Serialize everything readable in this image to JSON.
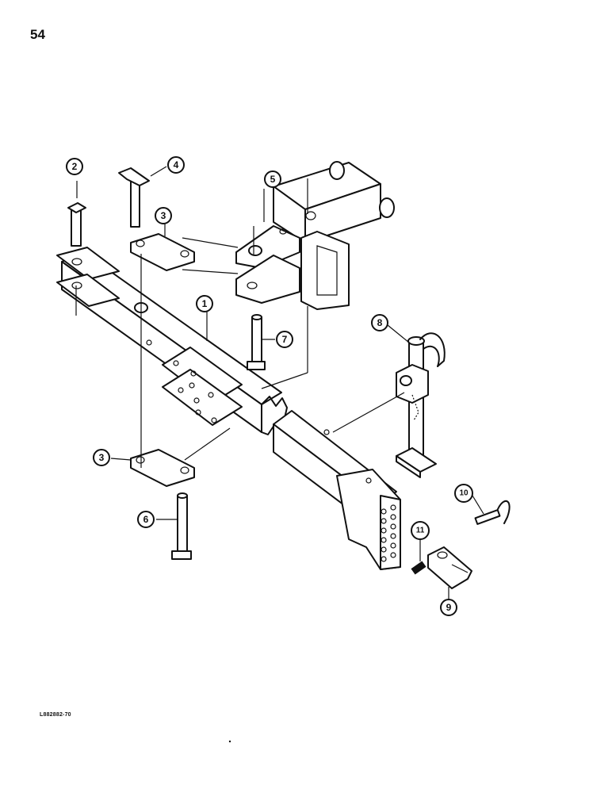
{
  "page_number": "54",
  "reference_code": "L882882-70",
  "callouts": [
    {
      "id": "1",
      "label": "1"
    },
    {
      "id": "2",
      "label": "2"
    },
    {
      "id": "3",
      "label": "3"
    },
    {
      "id": "3b",
      "label": "3"
    },
    {
      "id": "4",
      "label": "4"
    },
    {
      "id": "5",
      "label": "5"
    },
    {
      "id": "6",
      "label": "6"
    },
    {
      "id": "7",
      "label": "7"
    },
    {
      "id": "8",
      "label": "8"
    },
    {
      "id": "9",
      "label": "9"
    },
    {
      "id": "10",
      "label": "10"
    },
    {
      "id": "11",
      "label": "11"
    }
  ]
}
